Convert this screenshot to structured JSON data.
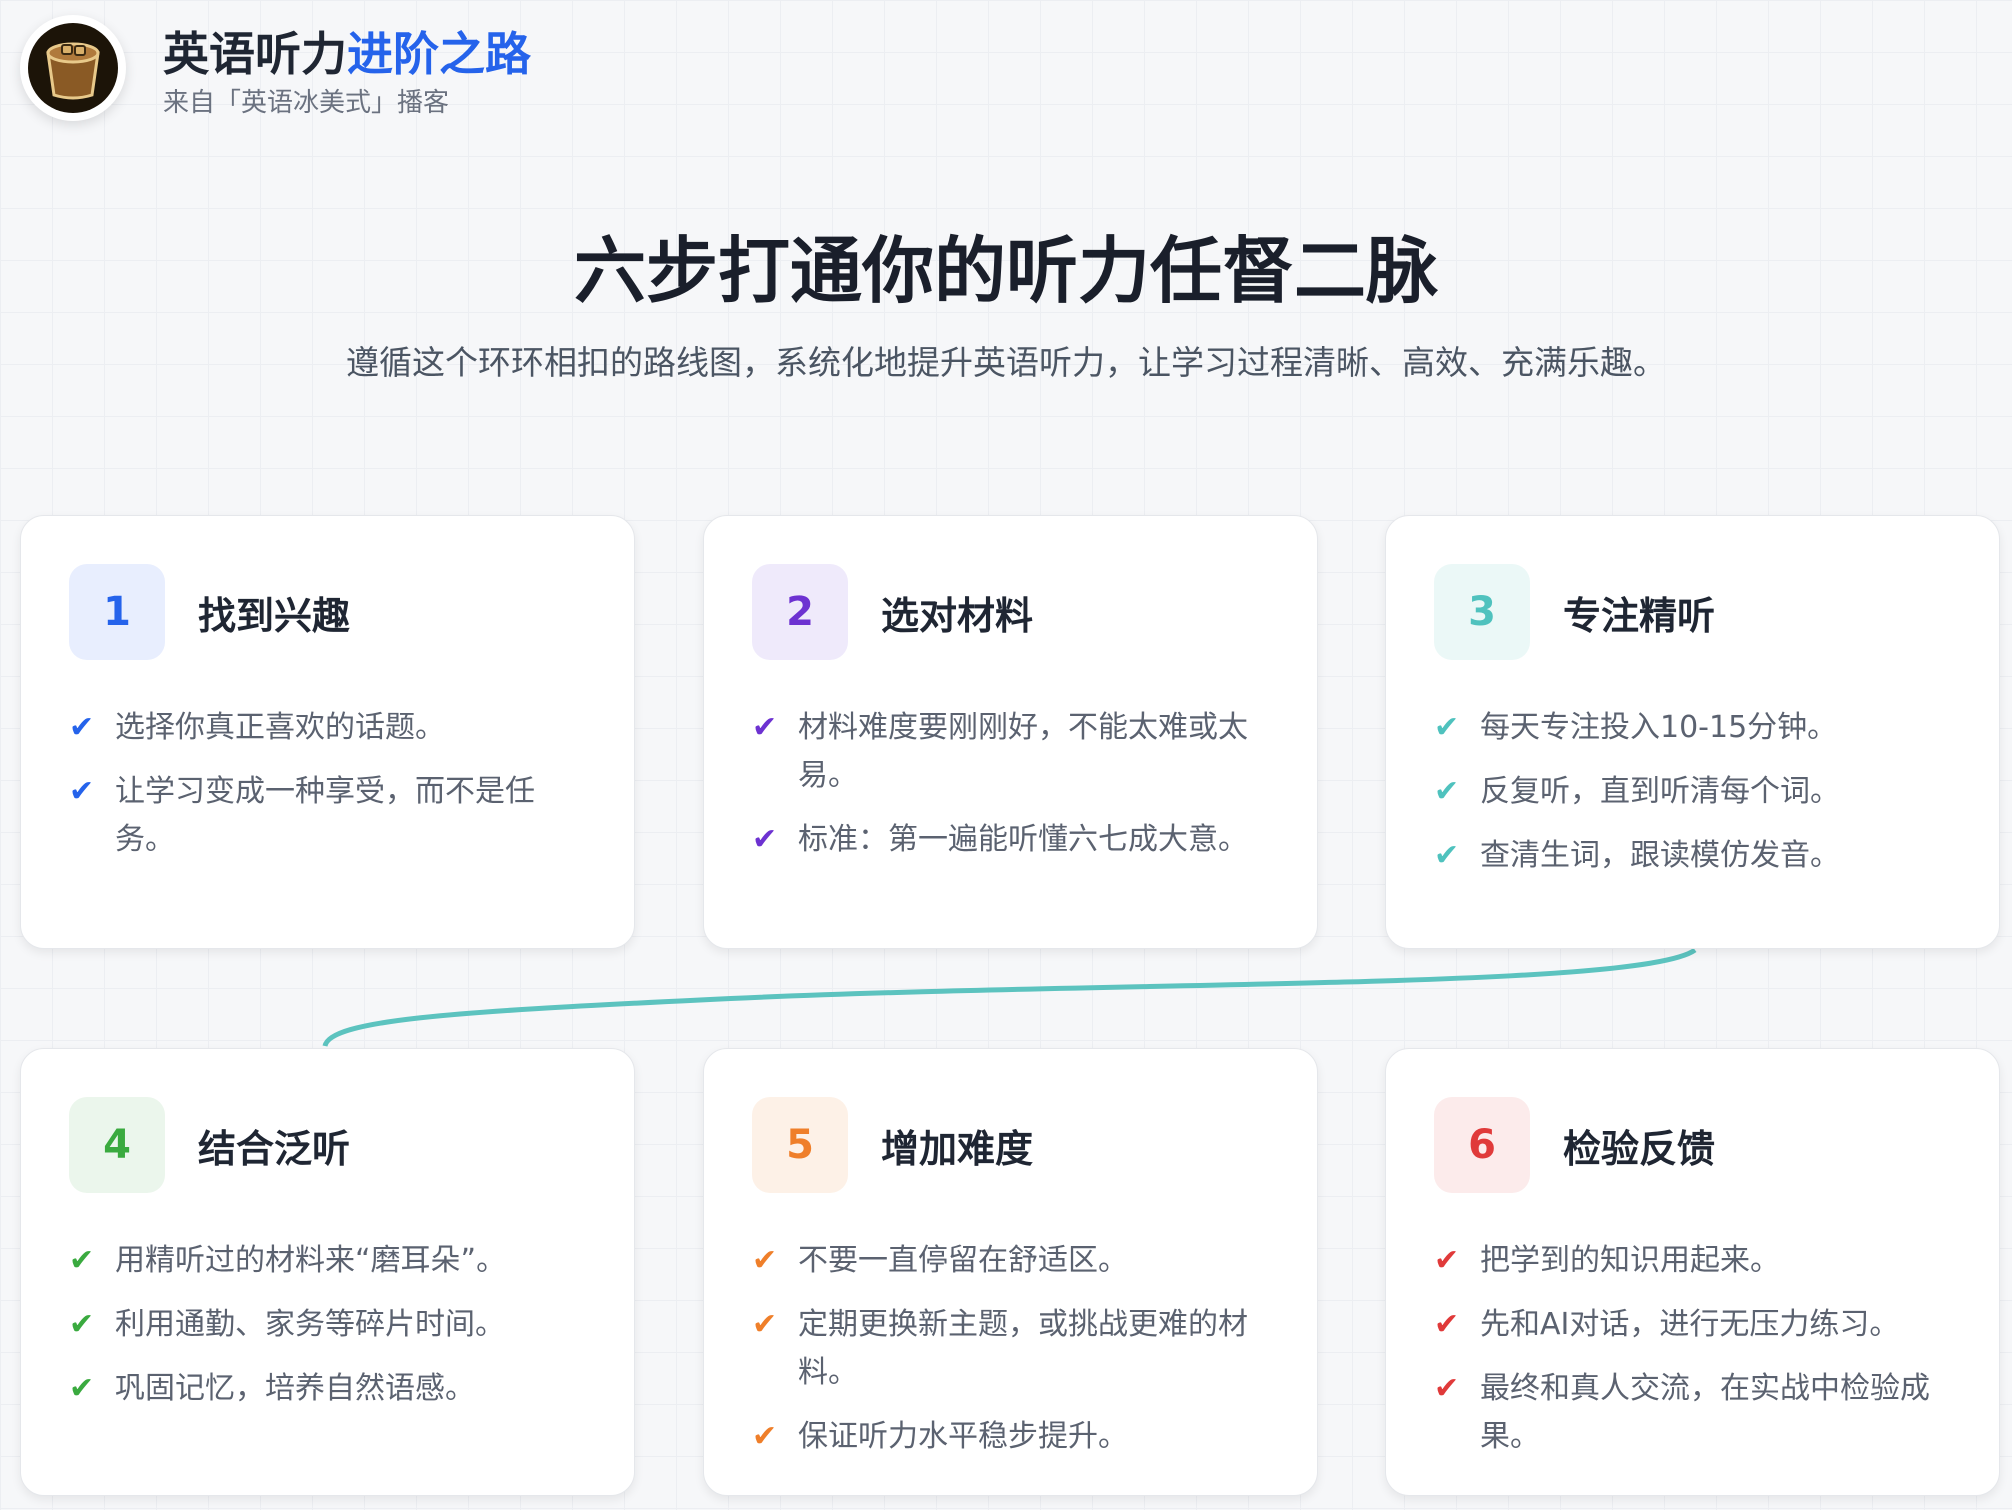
{
  "header": {
    "title_part1": "英语听力",
    "title_part2": "进阶之路",
    "subtitle": "来自「英语冰美式」播客",
    "logo": "iced-coffee-icon"
  },
  "main": {
    "title": "六步打通你的听力任督二脉",
    "subtitle": "遵循这个环环相扣的路线图，系统化地提升英语听力，让学习过程清晰、高效、充满乐趣。"
  },
  "steps": [
    {
      "number": "1",
      "title": "找到兴趣",
      "color": "#2563eb",
      "bg": "#e8eefe",
      "items": [
        "选择你真正喜欢的话题。",
        "让学习变成一种享受，而不是任务。"
      ]
    },
    {
      "number": "2",
      "title": "选对材料",
      "color": "#6d32d1",
      "bg": "#efeafb",
      "items": [
        "材料难度要刚刚好，不能太难或太易。",
        "标准：第一遍能听懂六七成大意。"
      ]
    },
    {
      "number": "3",
      "title": "专注精听",
      "color": "#4fc2be",
      "bg": "#ebf8f7",
      "items": [
        "每天专注投入10-15分钟。",
        "反复听，直到听清每个词。",
        "查清生词，跟读模仿发音。"
      ]
    },
    {
      "number": "4",
      "title": "结合泛听",
      "color": "#3aaa3f",
      "bg": "#ebf6ec",
      "items": [
        "用精听过的材料来“磨耳朵”。",
        "利用通勤、家务等碎片时间。",
        "巩固记忆，培养自然语感。"
      ]
    },
    {
      "number": "5",
      "title": "增加难度",
      "color": "#ef7f2a",
      "bg": "#fdf1e7",
      "items": [
        "不要一直停留在舒适区。",
        "定期更换新主题，或挑战更难的材料。",
        "保证听力水平稳步提升。"
      ]
    },
    {
      "number": "6",
      "title": "检验反馈",
      "color": "#e03a3a",
      "bg": "#fcebeb",
      "items": [
        "把学到的知识用起来。",
        "先和AI对话，进行无压力练习。",
        "最终和真人交流，在实战中检验成果。"
      ]
    }
  ]
}
